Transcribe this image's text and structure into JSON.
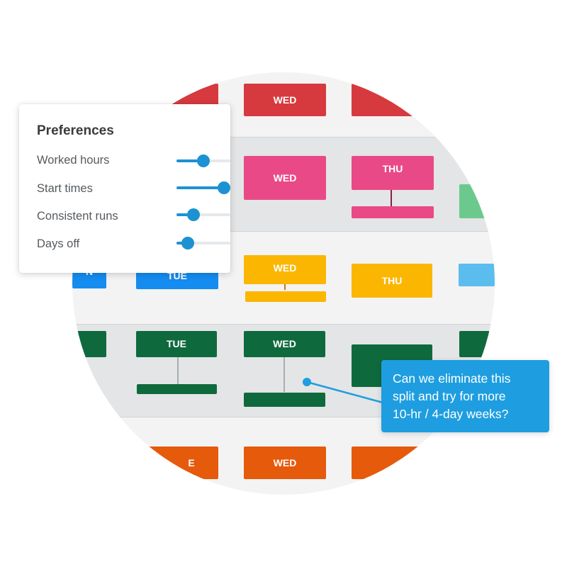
{
  "preferences": {
    "title": "Preferences",
    "items": [
      {
        "label": "Worked hours",
        "value": 0.5
      },
      {
        "label": "Start times",
        "value": 1.0
      },
      {
        "label": "Consistent runs",
        "value": 0.25
      },
      {
        "label": "Days off",
        "value": 0.12
      }
    ]
  },
  "schedule": {
    "row1": {
      "wed": "WED"
    },
    "row2": {
      "wed": "WED",
      "thu": "THU"
    },
    "row3": {
      "mon": "N",
      "tue": "TUE",
      "wed": "WED",
      "thu": "THU"
    },
    "row4": {
      "tue": "TUE",
      "wed": "WED"
    },
    "row5": {
      "mon": "E",
      "wed": "WED"
    }
  },
  "tooltip": {
    "lines": [
      "Can we eliminate this",
      "split and try for more",
      "10-hr / 4-day weeks?"
    ]
  },
  "colors": {
    "red": "#d63a3e",
    "pink": "#e94a87",
    "yellow": "#fbb602",
    "blue": "#158cf0",
    "light_blue": "#5bbcee",
    "green": "#0e6a3d",
    "light_green": "#6cc98e",
    "orange": "#e55a0b",
    "accent": "#1c92d2",
    "tooltip": "#1e9ee0"
  }
}
